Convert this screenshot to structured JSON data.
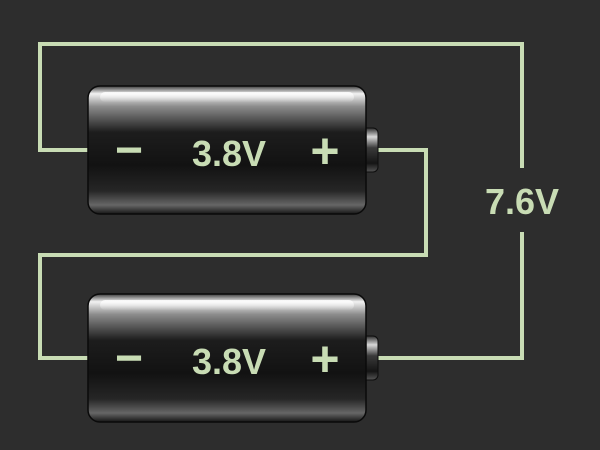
{
  "colors": {
    "background": "#2d2d2d",
    "wire": "#c8dcb4",
    "label": "#c8dcb4"
  },
  "batteries": [
    {
      "voltage": "3.8V",
      "negative": "−",
      "positive": "+"
    },
    {
      "voltage": "3.8V",
      "negative": "−",
      "positive": "+"
    }
  ],
  "total_voltage": "7.6V"
}
